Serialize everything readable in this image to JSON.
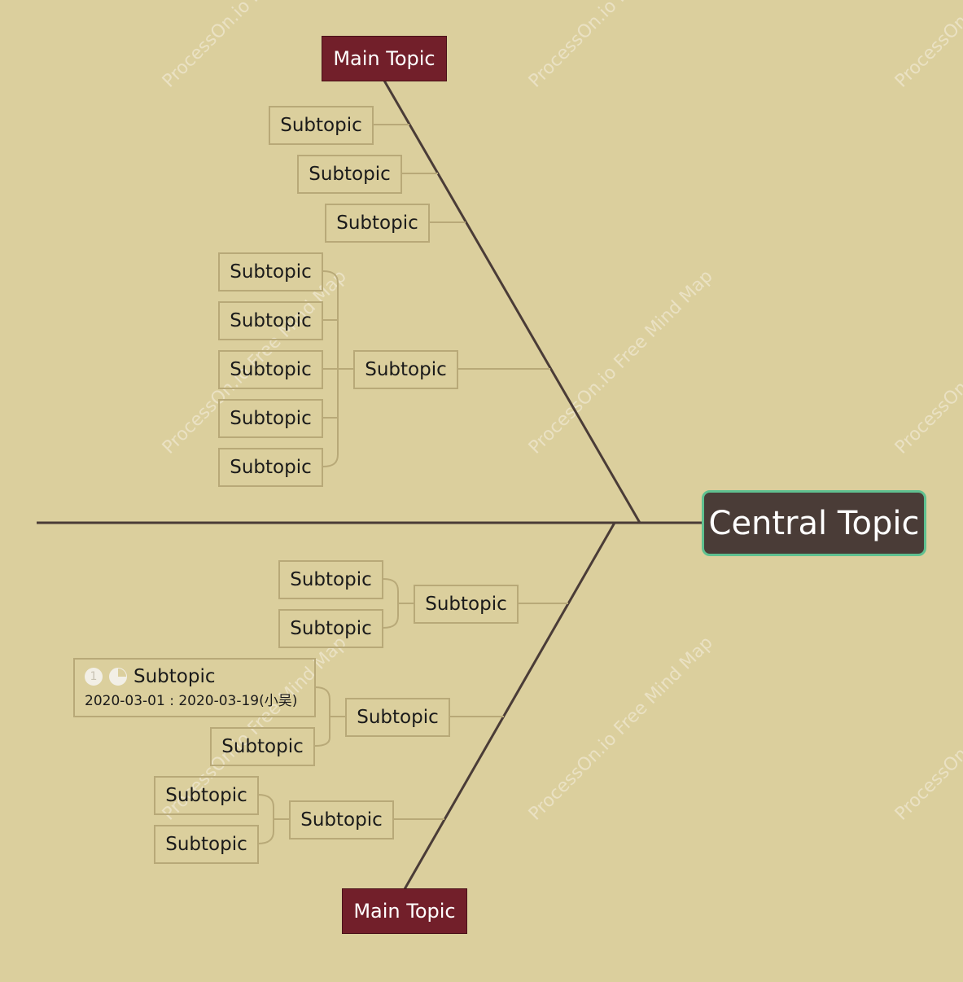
{
  "central_topic": {
    "label": "Central Topic"
  },
  "main_topics": [
    {
      "label": "Main Topic"
    },
    {
      "label": "Main Topic"
    }
  ],
  "subtopic_label": "Subtopic",
  "task_subtopic": {
    "label": "Subtopic",
    "priority": "1",
    "progress": 0.25,
    "dates": "2020-03-01 : 2020-03-19(小吴)"
  },
  "watermark": "ProcessOn.io Free Mind Map",
  "colors": {
    "background": "#dbcf9d",
    "main_topic": "#721f2a",
    "central_topic": "#4a3c37",
    "central_border": "#5fc090",
    "subtopic_border": "#b8a978",
    "spine": "#4a3c37"
  }
}
